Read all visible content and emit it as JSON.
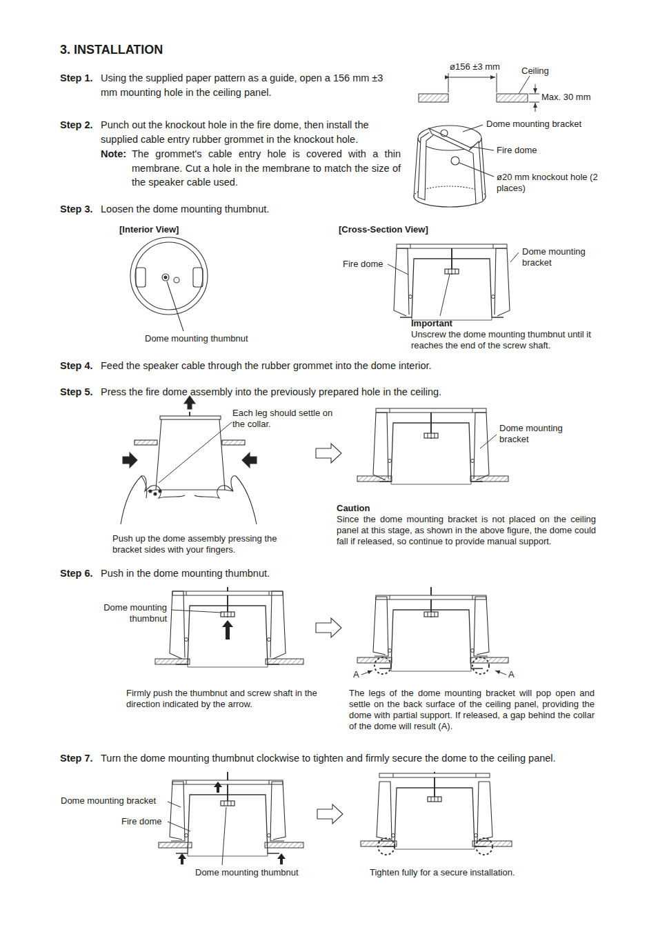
{
  "diagram": {
    "title": "3. INSTALLATION",
    "labels": [
      "Step 1.",
      "Using the supplied paper pattern as a guide, open a 156 mm ±3 mm mounting hole in the ceiling panel.",
      "ø156 ±3 mm",
      "Ceiling",
      "Max. 30 mm",
      "Step 2.",
      "Punch out the knockout hole in the fire dome, then install the supplied cable entry rubber grommet in the knockout hole.",
      "Note:",
      "The grommet's cable entry hole is covered with a thin membrane. Cut a hole in the membrane to match the size of the speaker cable used.",
      "Dome mounting bracket",
      "Fire dome",
      "ø20 mm knockout hole (2 places)",
      "Step 3.",
      "Loosen the dome mounting thumbnut.",
      "[Interior View]",
      "[Cross-Section View]",
      "Dome mounting thumbnut",
      "Fire dome",
      "Dome mounting bracket",
      "Important",
      "Unscrew the dome mounting thumbnut until it reaches the end of the screw shaft.",
      "Step 4.",
      "Feed the speaker cable through the rubber grommet into the dome interior.",
      "Step 5.",
      "Press the fire dome assembly into the previously prepared hole in the ceiling.",
      "Each leg should settle on the collar.",
      "Push up the dome assembly pressing the bracket sides with your fingers.",
      "Dome mounting bracket",
      "Caution",
      "Since the dome mounting bracket is not placed on the ceiling panel at this stage, as shown in the above figure, the dome could fall if released, so continue to provide manual support.",
      "Step 6.",
      "Push in the dome mounting thumbnut.",
      "Dome mounting thumbnut",
      "Firmly push the thumbnut and screw shaft in the direction indicated by the arrow.",
      "A",
      "A",
      "The legs of the dome mounting bracket will pop open and settle on the back surface of the ceiling panel, providing the dome with partial support. If released, a gap behind the collar of the dome will result (A).",
      "Step 7.",
      "Turn the dome mounting thumbnut clockwise to tighten and firmly secure the dome to the ceiling panel.",
      "Dome mounting bracket",
      "Fire dome",
      "Dome mounting thumbnut",
      "Tighten fully for a secure installation."
    ]
  }
}
